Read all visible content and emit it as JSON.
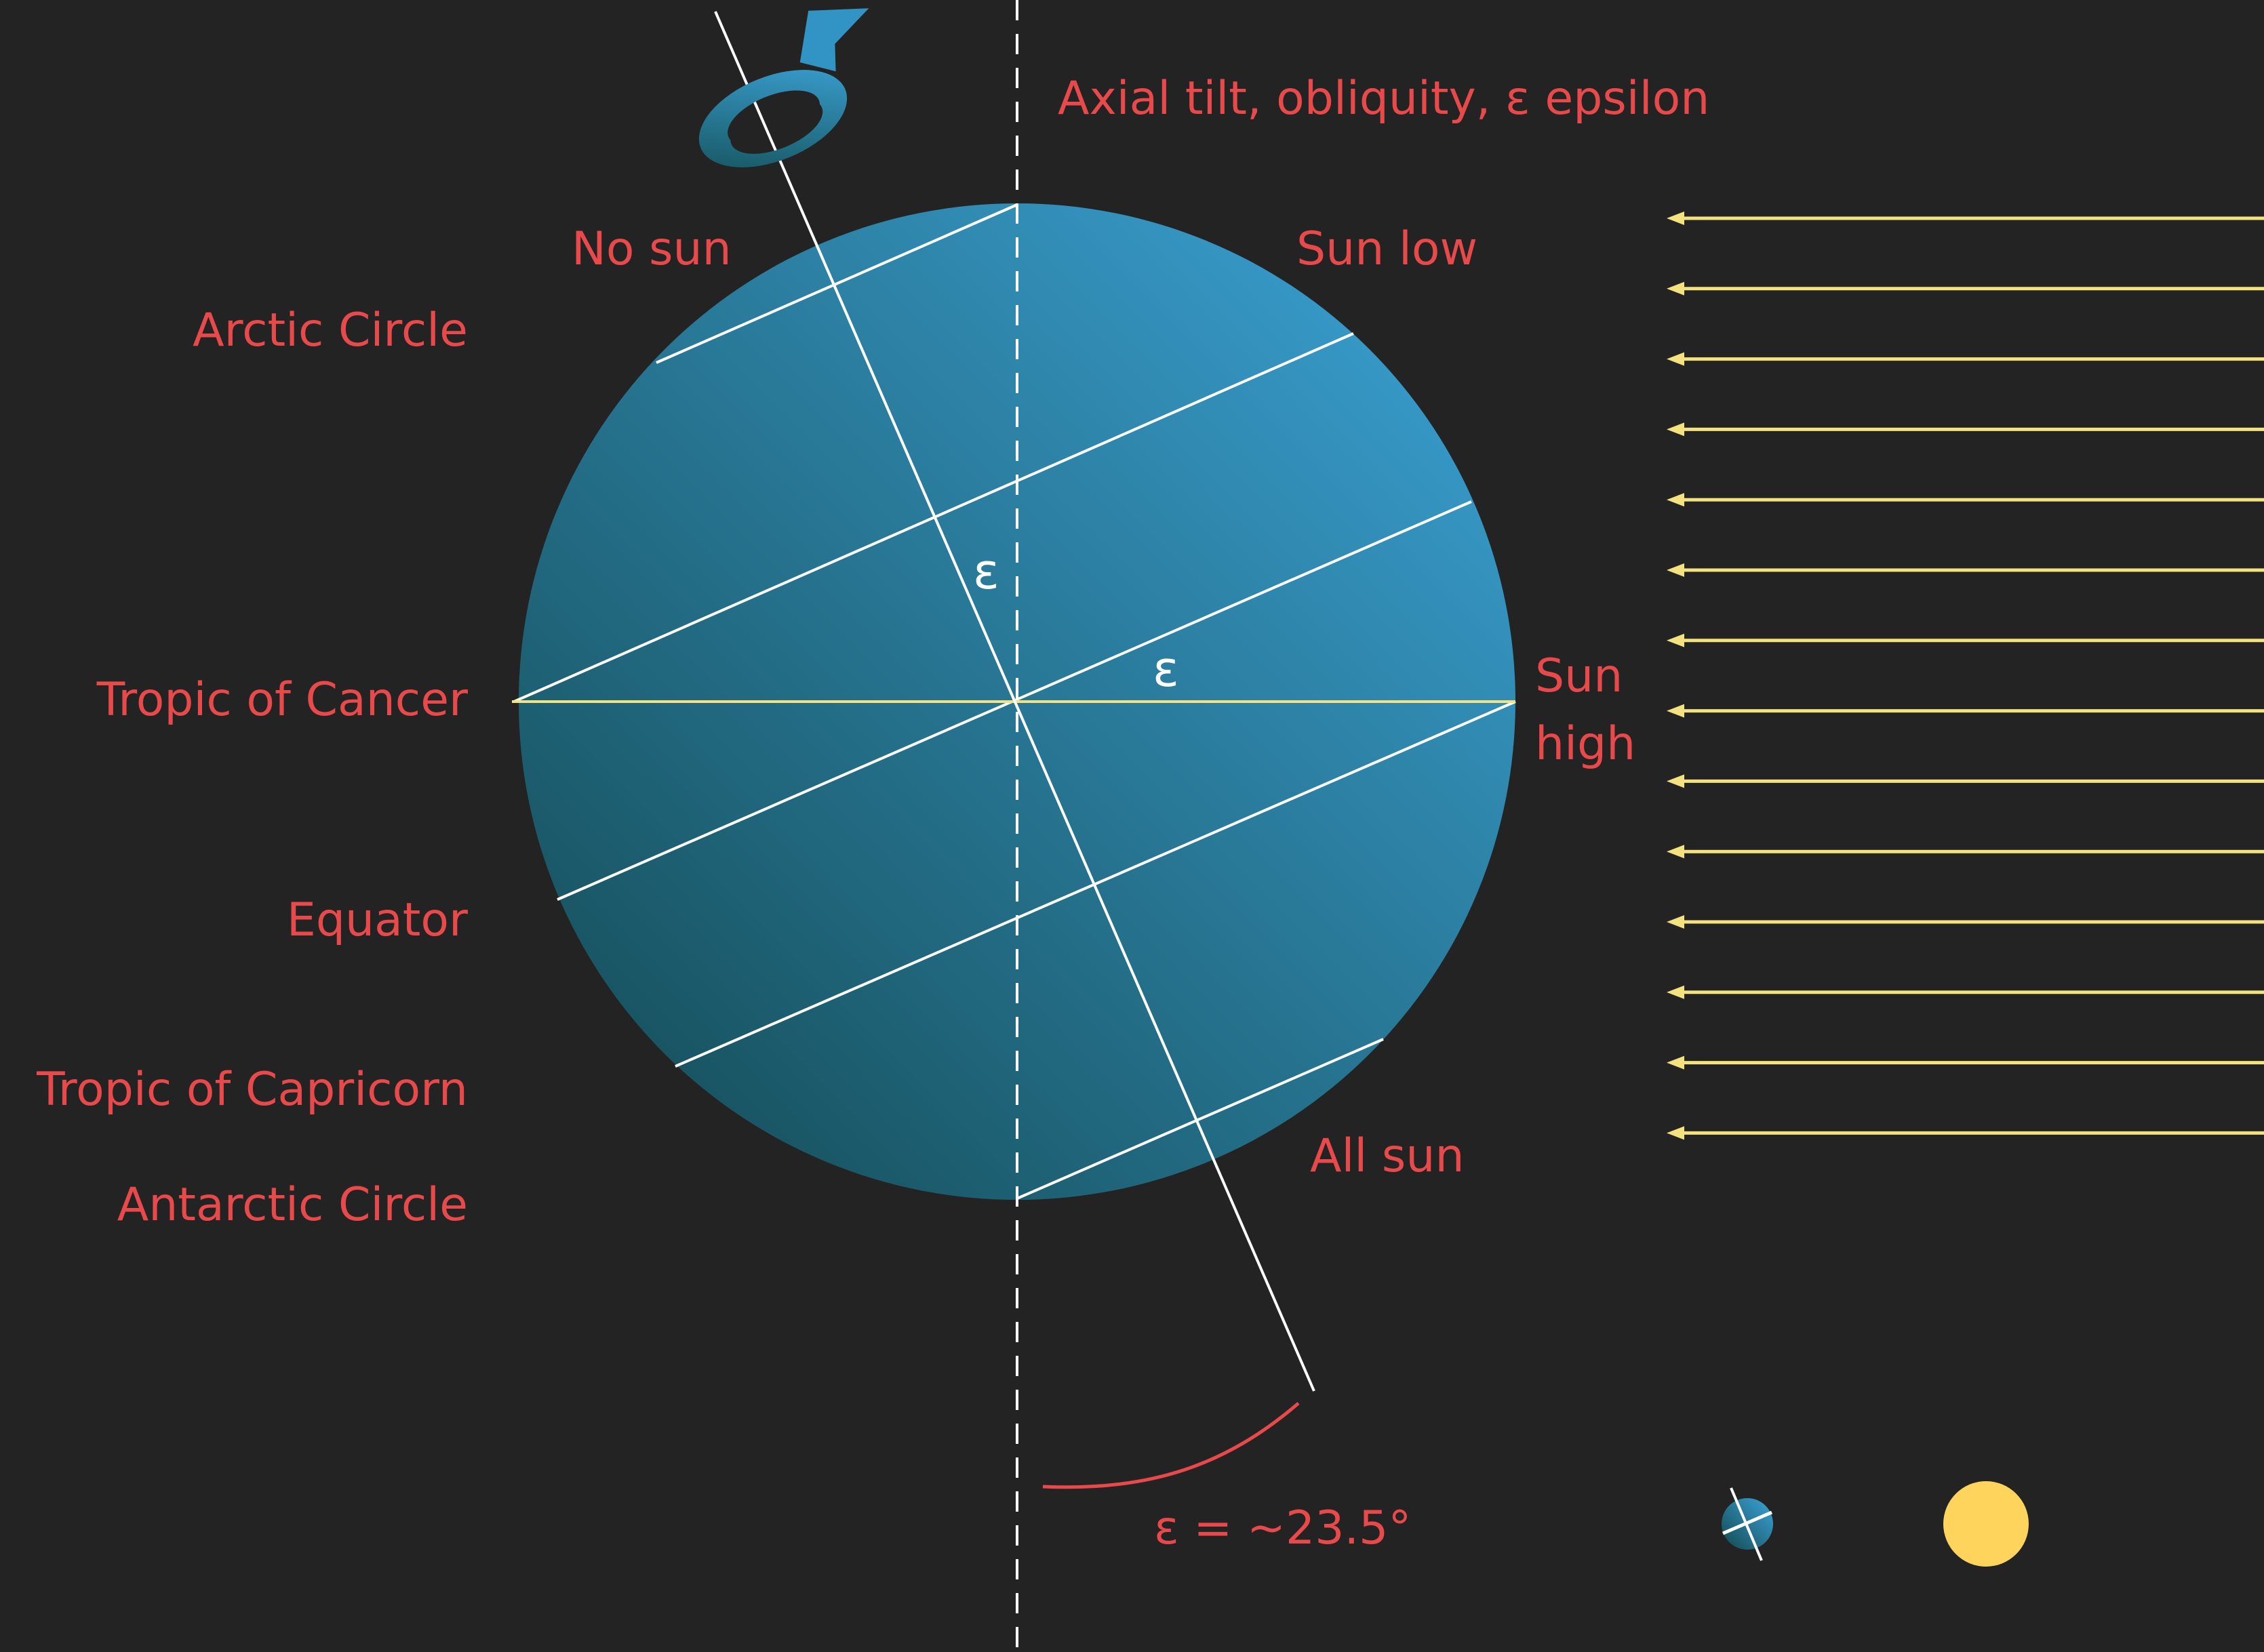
{
  "colors": {
    "background": "#232323",
    "label": "#e8494a",
    "globe_light": "#3ca4d8",
    "globe_dark": "#134850",
    "sun_rays": "#f3e27f",
    "sun": "#ffd45c",
    "lines": "#ffffff"
  },
  "title": "Axial tilt, obliquity, ɛ epsilon",
  "labels": {
    "no_sun": "No sun",
    "sun_low": "Sun low",
    "sun_high_line1": "Sun",
    "sun_high_line2": "high",
    "all_sun": "All sun",
    "arctic_circle": "Arctic Circle",
    "tropic_of_cancer": "Tropic of Cancer",
    "equator": "Equator",
    "tropic_of_capricorn": "Tropic of Capricorn",
    "antarctic_circle": "Antarctic Circle",
    "epsilon_axis": "ɛ",
    "epsilon_equator": "ɛ",
    "epsilon_value": "ɛ = ~23.5°"
  },
  "tilt_degrees": 23.5,
  "sun_ray_count": 14,
  "icons": {
    "rotation": "rotation-arrow-icon",
    "mini_earth": "mini-earth-icon",
    "sun": "sun-icon"
  }
}
